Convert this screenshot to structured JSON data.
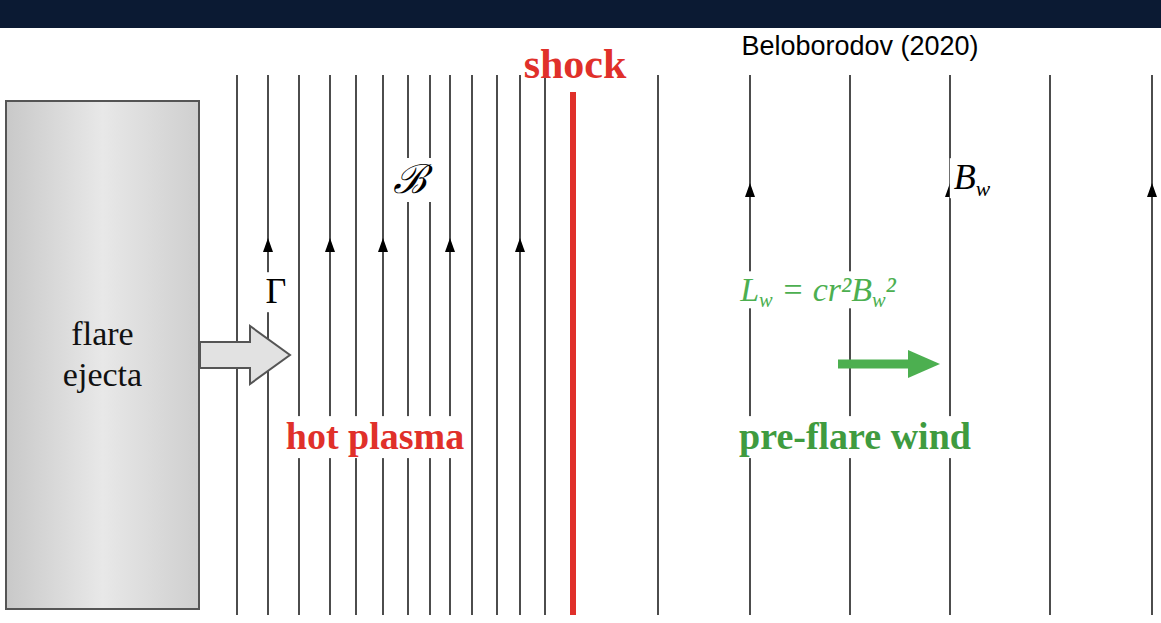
{
  "diagram": {
    "nodes": [
      {
        "text": [
          "flare ejecta"
        ]
      }
    ],
    "labels": [
      "shock",
      "Beloborodov (2020)",
      "ℬ",
      "Bw",
      "Γ",
      "Lw = cr²Bw²",
      "hot plasma",
      "pre-flare wind"
    ]
  }
}
